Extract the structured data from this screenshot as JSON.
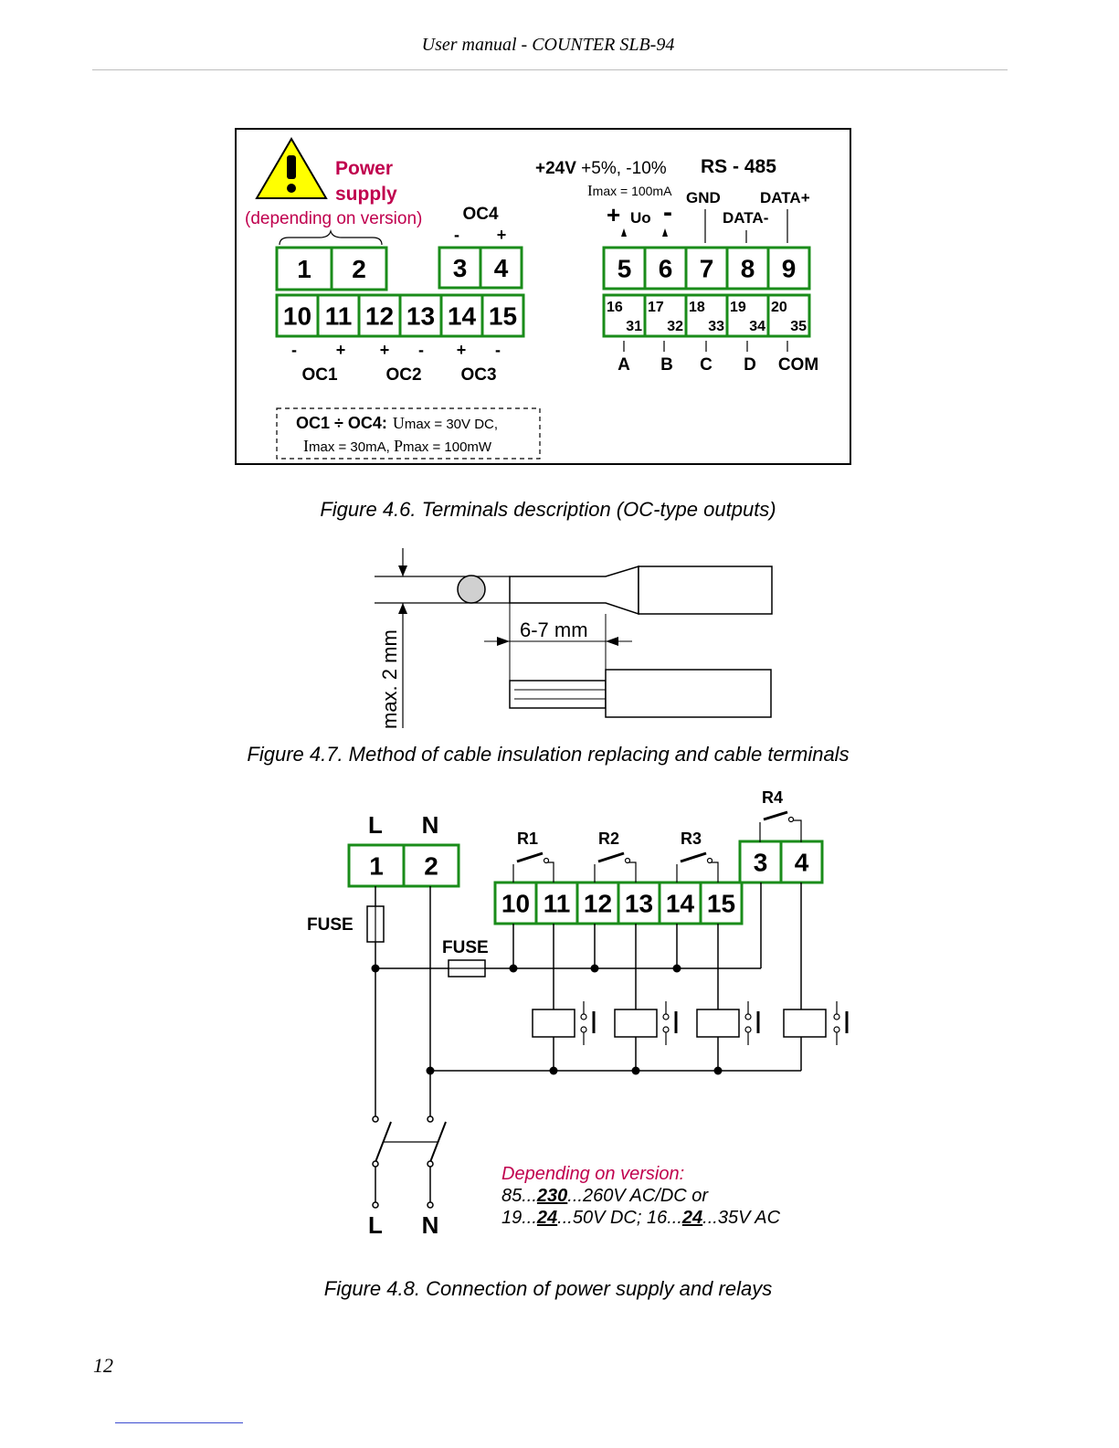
{
  "header": {
    "title": "User manual - COUNTER    SLB-94"
  },
  "page_number": "12",
  "figure1": {
    "caption": "Figure 4.6. Terminals description  (OC-type outputs)",
    "power_line1": "Power",
    "power_line2": "supply",
    "depending": "(depending on version)",
    "oc4": "OC4",
    "oc4_minus": "-",
    "oc4_plus": "+",
    "top_left_terms": [
      "1",
      "2"
    ],
    "oc4_terms": [
      "3",
      "4"
    ],
    "bottom_left_terms": [
      "10",
      "11",
      "12",
      "13",
      "14",
      "15"
    ],
    "polarity": [
      "-",
      "+",
      "+",
      "-",
      "+",
      "-"
    ],
    "oc_labels": [
      "OC1",
      "OC2",
      "OC3"
    ],
    "note_line1_bold": "OC1 ÷ OC4:",
    "note_line1_sym": "U",
    "note_line1_rest": "max = 30V DC,",
    "note_line2_sym1": "I",
    "note_line2_mid": "max   = 30mA, ",
    "note_line2_sym2": "P",
    "note_line2_rest": "max  = 100mW",
    "supply_bold": "+24V",
    "supply_rest": " +5%, -10%",
    "rs485": "RS - 485",
    "imax_sym": "I",
    "imax_rest": "max = 100mA",
    "uo_plus": "+",
    "uo_label": "Uo",
    "uo_minus": "-",
    "gnd": "GND",
    "data_plus": "DATA+",
    "data_minus": "DATA-",
    "right_top_terms": [
      "5",
      "6",
      "7",
      "8",
      "9"
    ],
    "right_bottom_top": [
      "16",
      "17",
      "18",
      "19",
      "20"
    ],
    "right_bottom_bot": [
      "31",
      "32",
      "33",
      "34",
      "35"
    ],
    "abcd": [
      "A",
      "B",
      "C",
      "D",
      "COM"
    ]
  },
  "figure2": {
    "caption": "Figure 4.7. Method of cable insulation replacing  and cable terminals",
    "strip_length": "6-7 mm",
    "max_diameter": "max. 2 mm"
  },
  "figure3": {
    "caption": "Figure 4.8. Connection of power supply and relays",
    "L": "L",
    "N": "N",
    "top_terms": [
      "1",
      "2"
    ],
    "relay_terms": [
      "10",
      "11",
      "12",
      "13",
      "14",
      "15"
    ],
    "r4_terms": [
      "3",
      "4"
    ],
    "relays": [
      "R1",
      "R2",
      "R3",
      "R4"
    ],
    "fuse": "FUSE",
    "version_title": "Depending on version:",
    "v1_pre": "85...",
    "v1_bold": "230",
    "v1_post": "...260V AC/DC or",
    "v2_pre": "19...",
    "v2_bold": "24",
    "v2_mid": "...50V DC; 16...",
    "v2_bold2": "24",
    "v2_post": "...35V AC"
  },
  "colors": {
    "terminal_green": "#1a8c1a",
    "accent_crimson": "#c0004e",
    "warning_yellow": "#ffff00"
  }
}
